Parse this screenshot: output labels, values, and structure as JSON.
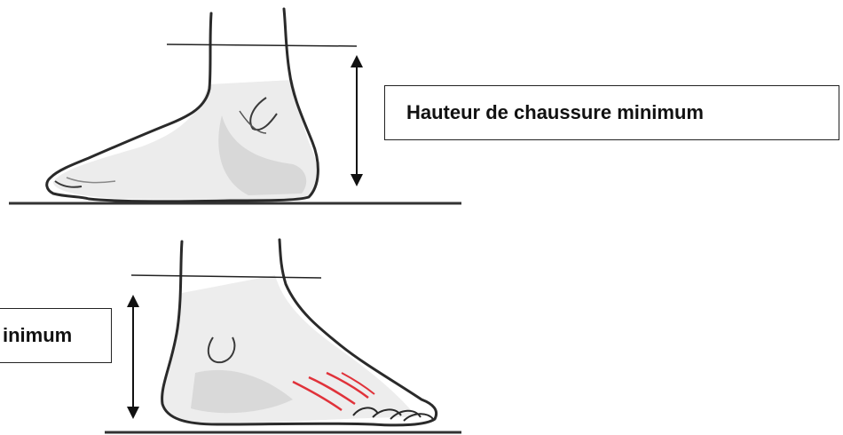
{
  "labels": {
    "top": "Hauteur de chaussure minimum",
    "bottom": "inimum"
  },
  "colors": {
    "outline": "#2a2a2a",
    "shade": "#d9d9d9",
    "ground": "#333333",
    "accent_lines": "#e0323a"
  },
  "icons": {
    "measure_arrow": "double-headed-vertical-arrow"
  }
}
